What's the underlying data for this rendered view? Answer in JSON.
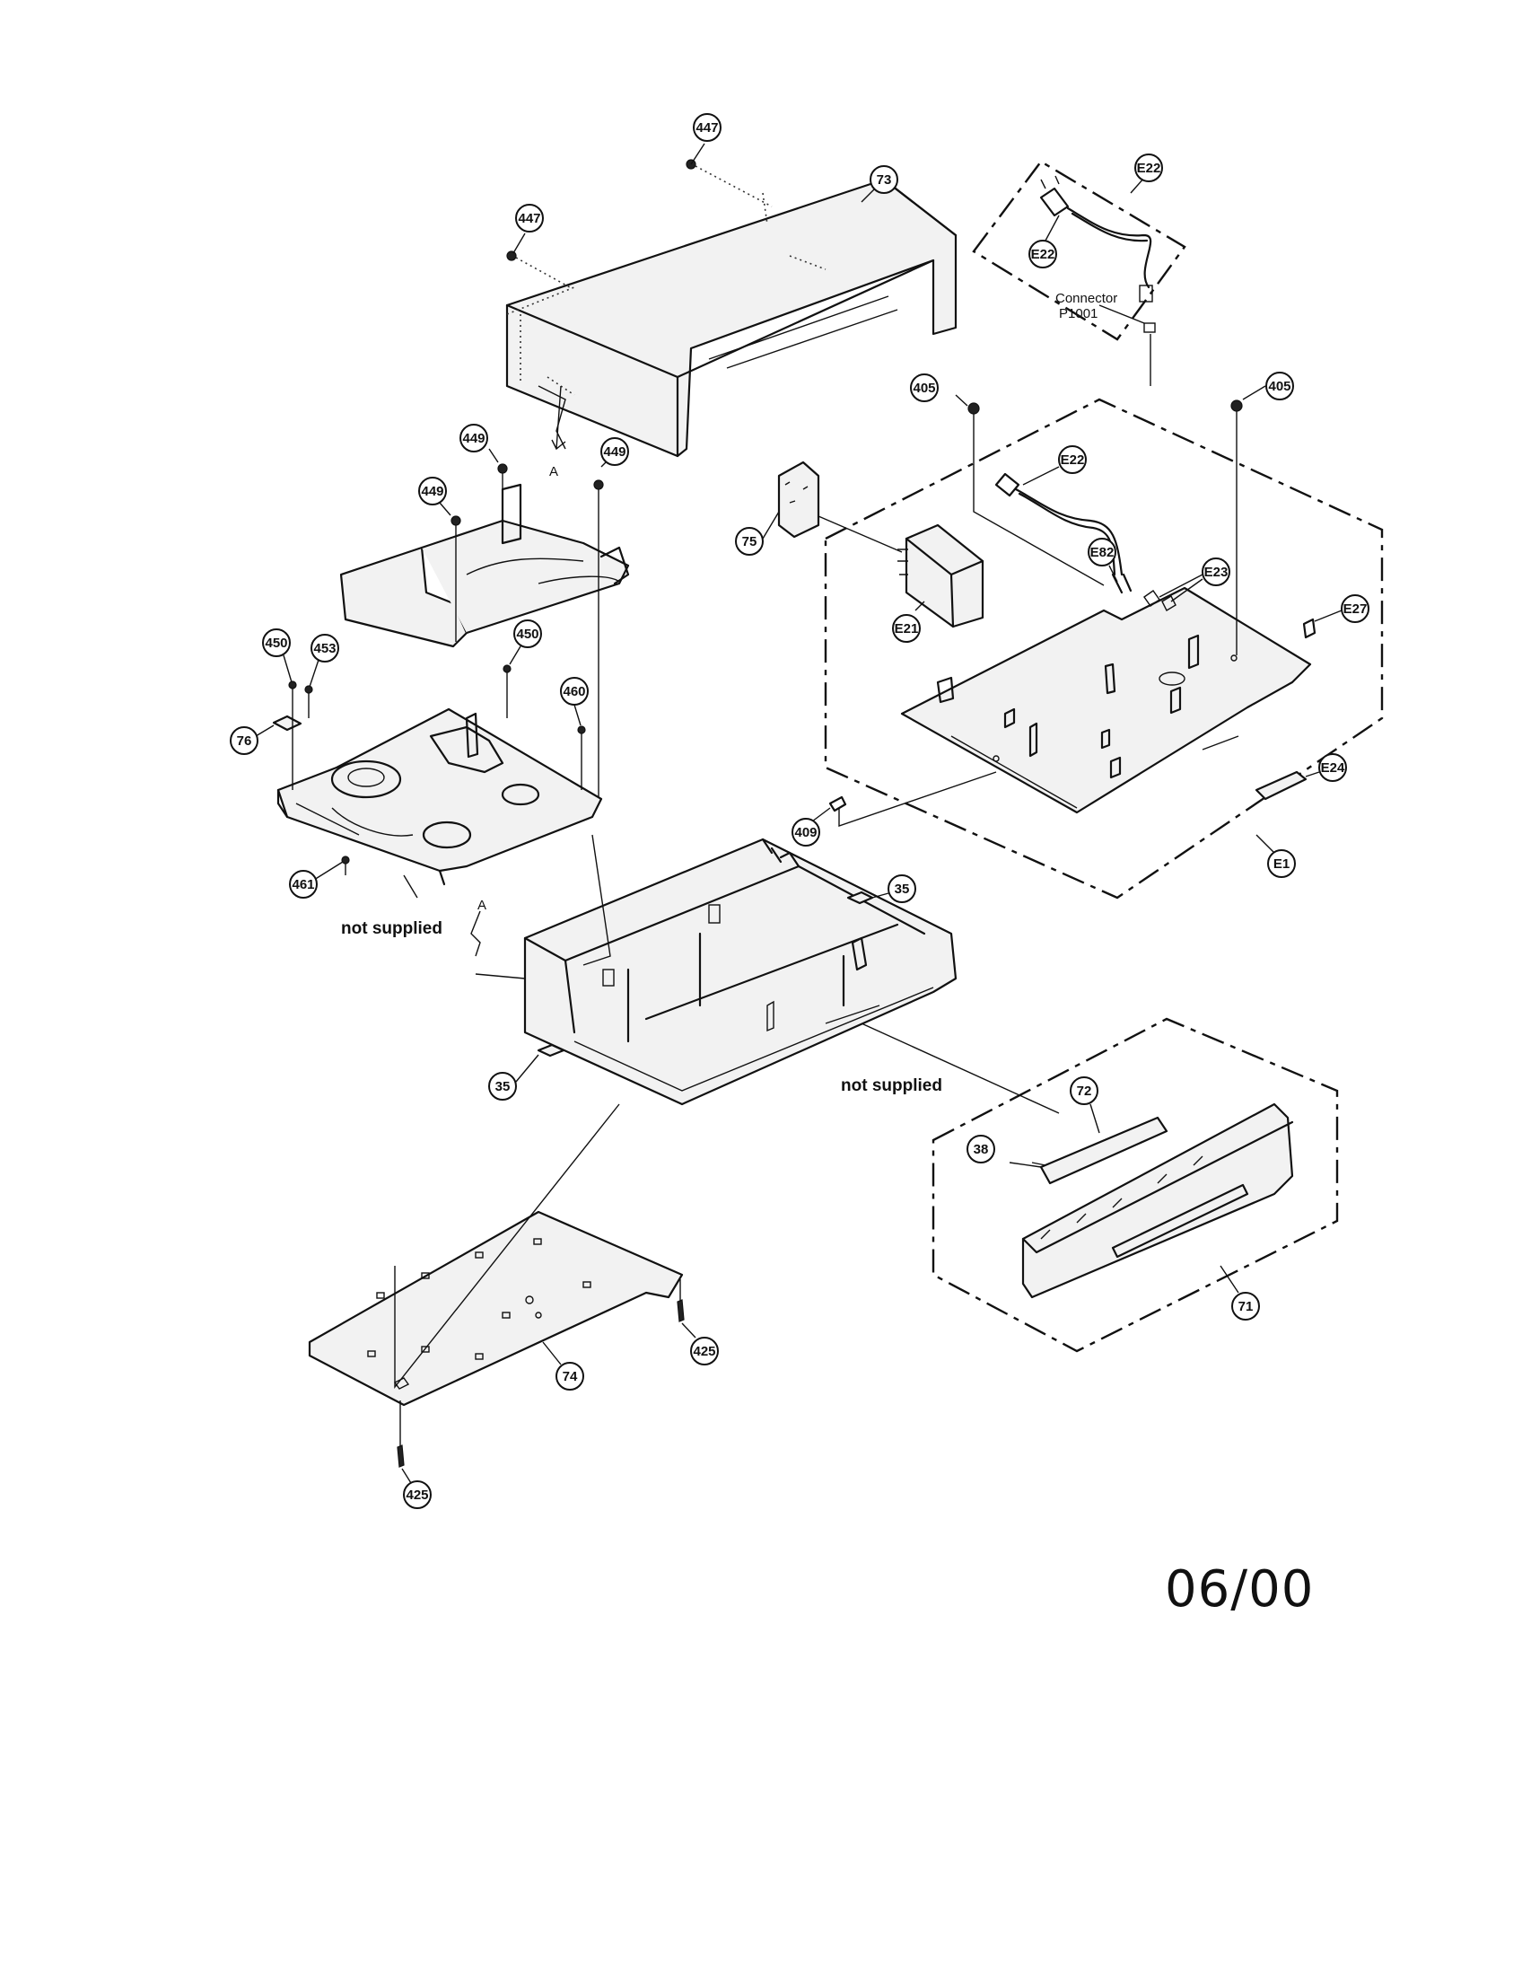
{
  "callouts": {
    "c447a": "447",
    "c447b": "447",
    "c73": "73",
    "ce22a": "E22",
    "ce22b": "E22",
    "ce22c": "E22",
    "c405a": "405",
    "c405b": "405",
    "c449a": "449",
    "c449b": "449",
    "c449c": "449",
    "c75": "75",
    "ce21": "E21",
    "ce82": "E82",
    "ce23": "E23",
    "ce27": "E27",
    "c450a": "450",
    "c450b": "450",
    "c453": "453",
    "c460": "460",
    "c76": "76",
    "c461": "461",
    "c409": "409",
    "c35a": "35",
    "c35b": "35",
    "ce24": "E24",
    "ce1": "E1",
    "c72": "72",
    "c38": "38",
    "c71": "71",
    "c74": "74",
    "c425a": "425",
    "c425b": "425"
  },
  "labels": {
    "connector": "Connector",
    "connector_id": "P1001",
    "not_supplied_1": "not supplied",
    "not_supplied_2": "not supplied",
    "marker_a_1": "A",
    "marker_a_2": "A"
  },
  "footer": {
    "date_code": "06/00"
  }
}
